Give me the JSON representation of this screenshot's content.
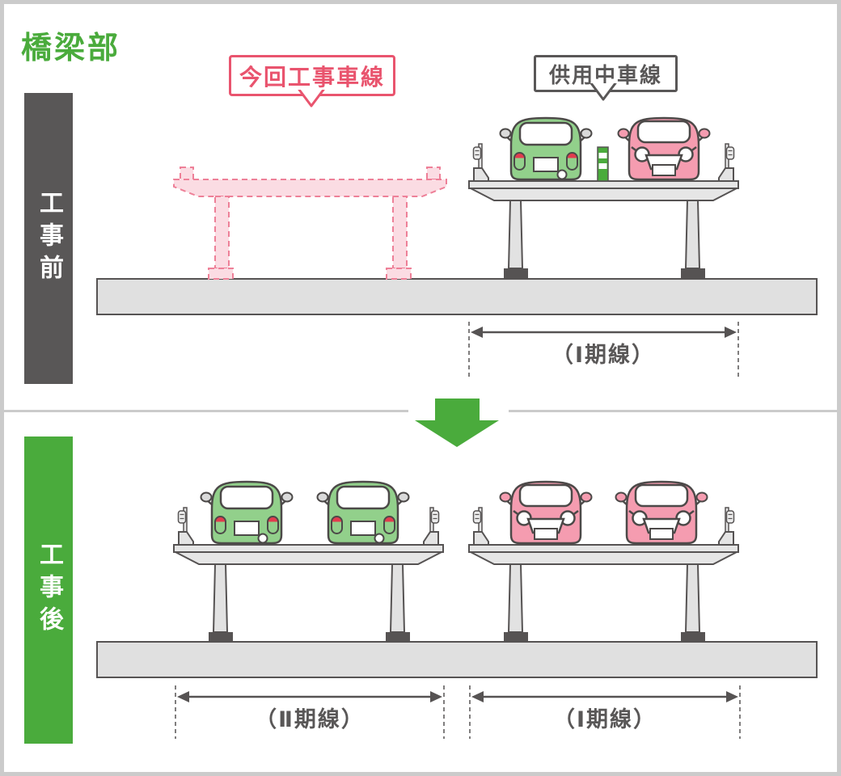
{
  "meta": {
    "title": "橋梁部"
  },
  "colors": {
    "accent_green": "#4aab3c",
    "accent_pink": "#e9546e",
    "dark_gray": "#595757",
    "car_green": "#92d08b",
    "car_pink": "#f59cb0",
    "dashed_bridge_fill": "#fbdce3",
    "dashed_bridge_stroke": "#ee8098",
    "ground_gray": "#e0e0e0"
  },
  "before": {
    "side_label": "工事前",
    "callout_construction": "今回工事車線",
    "callout_inservice": "供用中車線",
    "dimension_phase1": "（Ⅰ期線）"
  },
  "after": {
    "side_label": "工事後",
    "dimension_phase2": "（Ⅱ期線）",
    "dimension_phase1": "（Ⅰ期線）"
  }
}
